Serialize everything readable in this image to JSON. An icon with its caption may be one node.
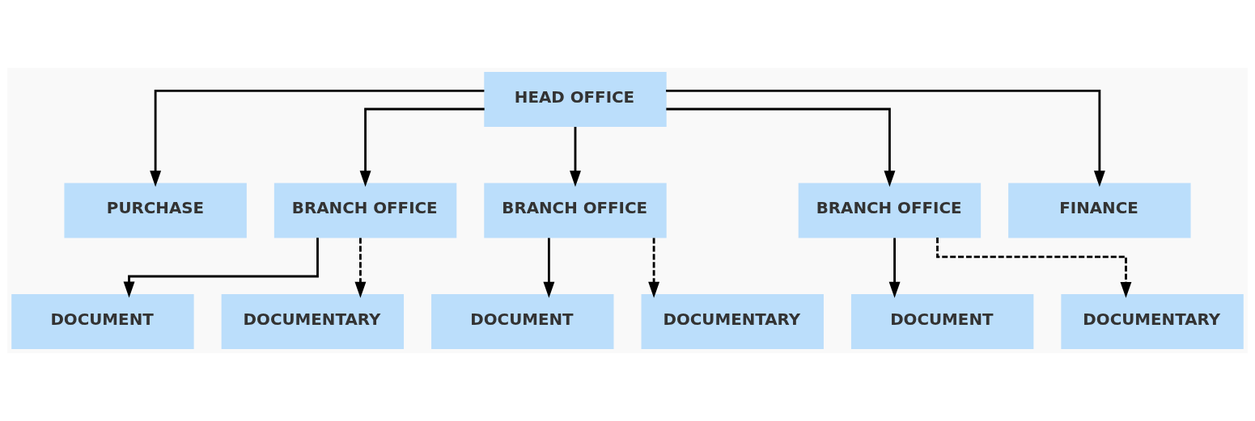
{
  "diagram": {
    "nodes": [
      {
        "text": [
          "HEAD OFFICE"
        ]
      },
      {
        "text": [
          "PURCHASE"
        ]
      },
      {
        "text": [
          "BRANCH OFFICE"
        ]
      },
      {
        "text": [
          "BRANCH OFFICE"
        ]
      },
      {
        "text": [
          "BRANCH OFFICE"
        ]
      },
      {
        "text": [
          "FINANCE"
        ]
      },
      {
        "text": [
          "DOCUMENT"
        ]
      },
      {
        "text": [
          "DOCUMENTARY"
        ]
      },
      {
        "text": [
          "DOCUMENT"
        ]
      },
      {
        "text": [
          "DOCUMENTARY"
        ]
      },
      {
        "text": [
          "DOCUMENT"
        ]
      },
      {
        "text": [
          "DOCUMENTARY"
        ]
      }
    ],
    "edges": [
      {
        "from": 0,
        "to": 1,
        "arrow": "to"
      },
      {
        "from": 0,
        "to": 2,
        "arrow": "to"
      },
      {
        "from": 0,
        "to": 3,
        "arrow": "to"
      },
      {
        "from": 0,
        "to": 4,
        "arrow": "to"
      },
      {
        "from": 0,
        "to": 5,
        "arrow": "to"
      },
      {
        "from": 2,
        "to": 6,
        "arrow": "to"
      },
      {
        "from": 2,
        "to": 7,
        "arrow": "to",
        "style": "dashed"
      },
      {
        "from": 3,
        "to": 8,
        "arrow": "to"
      },
      {
        "from": 3,
        "to": 9,
        "arrow": "to",
        "style": "dashed"
      },
      {
        "from": 4,
        "to": 10,
        "arrow": "to"
      },
      {
        "from": 4,
        "to": 11,
        "arrow": "to",
        "style": "dashed"
      }
    ]
  }
}
